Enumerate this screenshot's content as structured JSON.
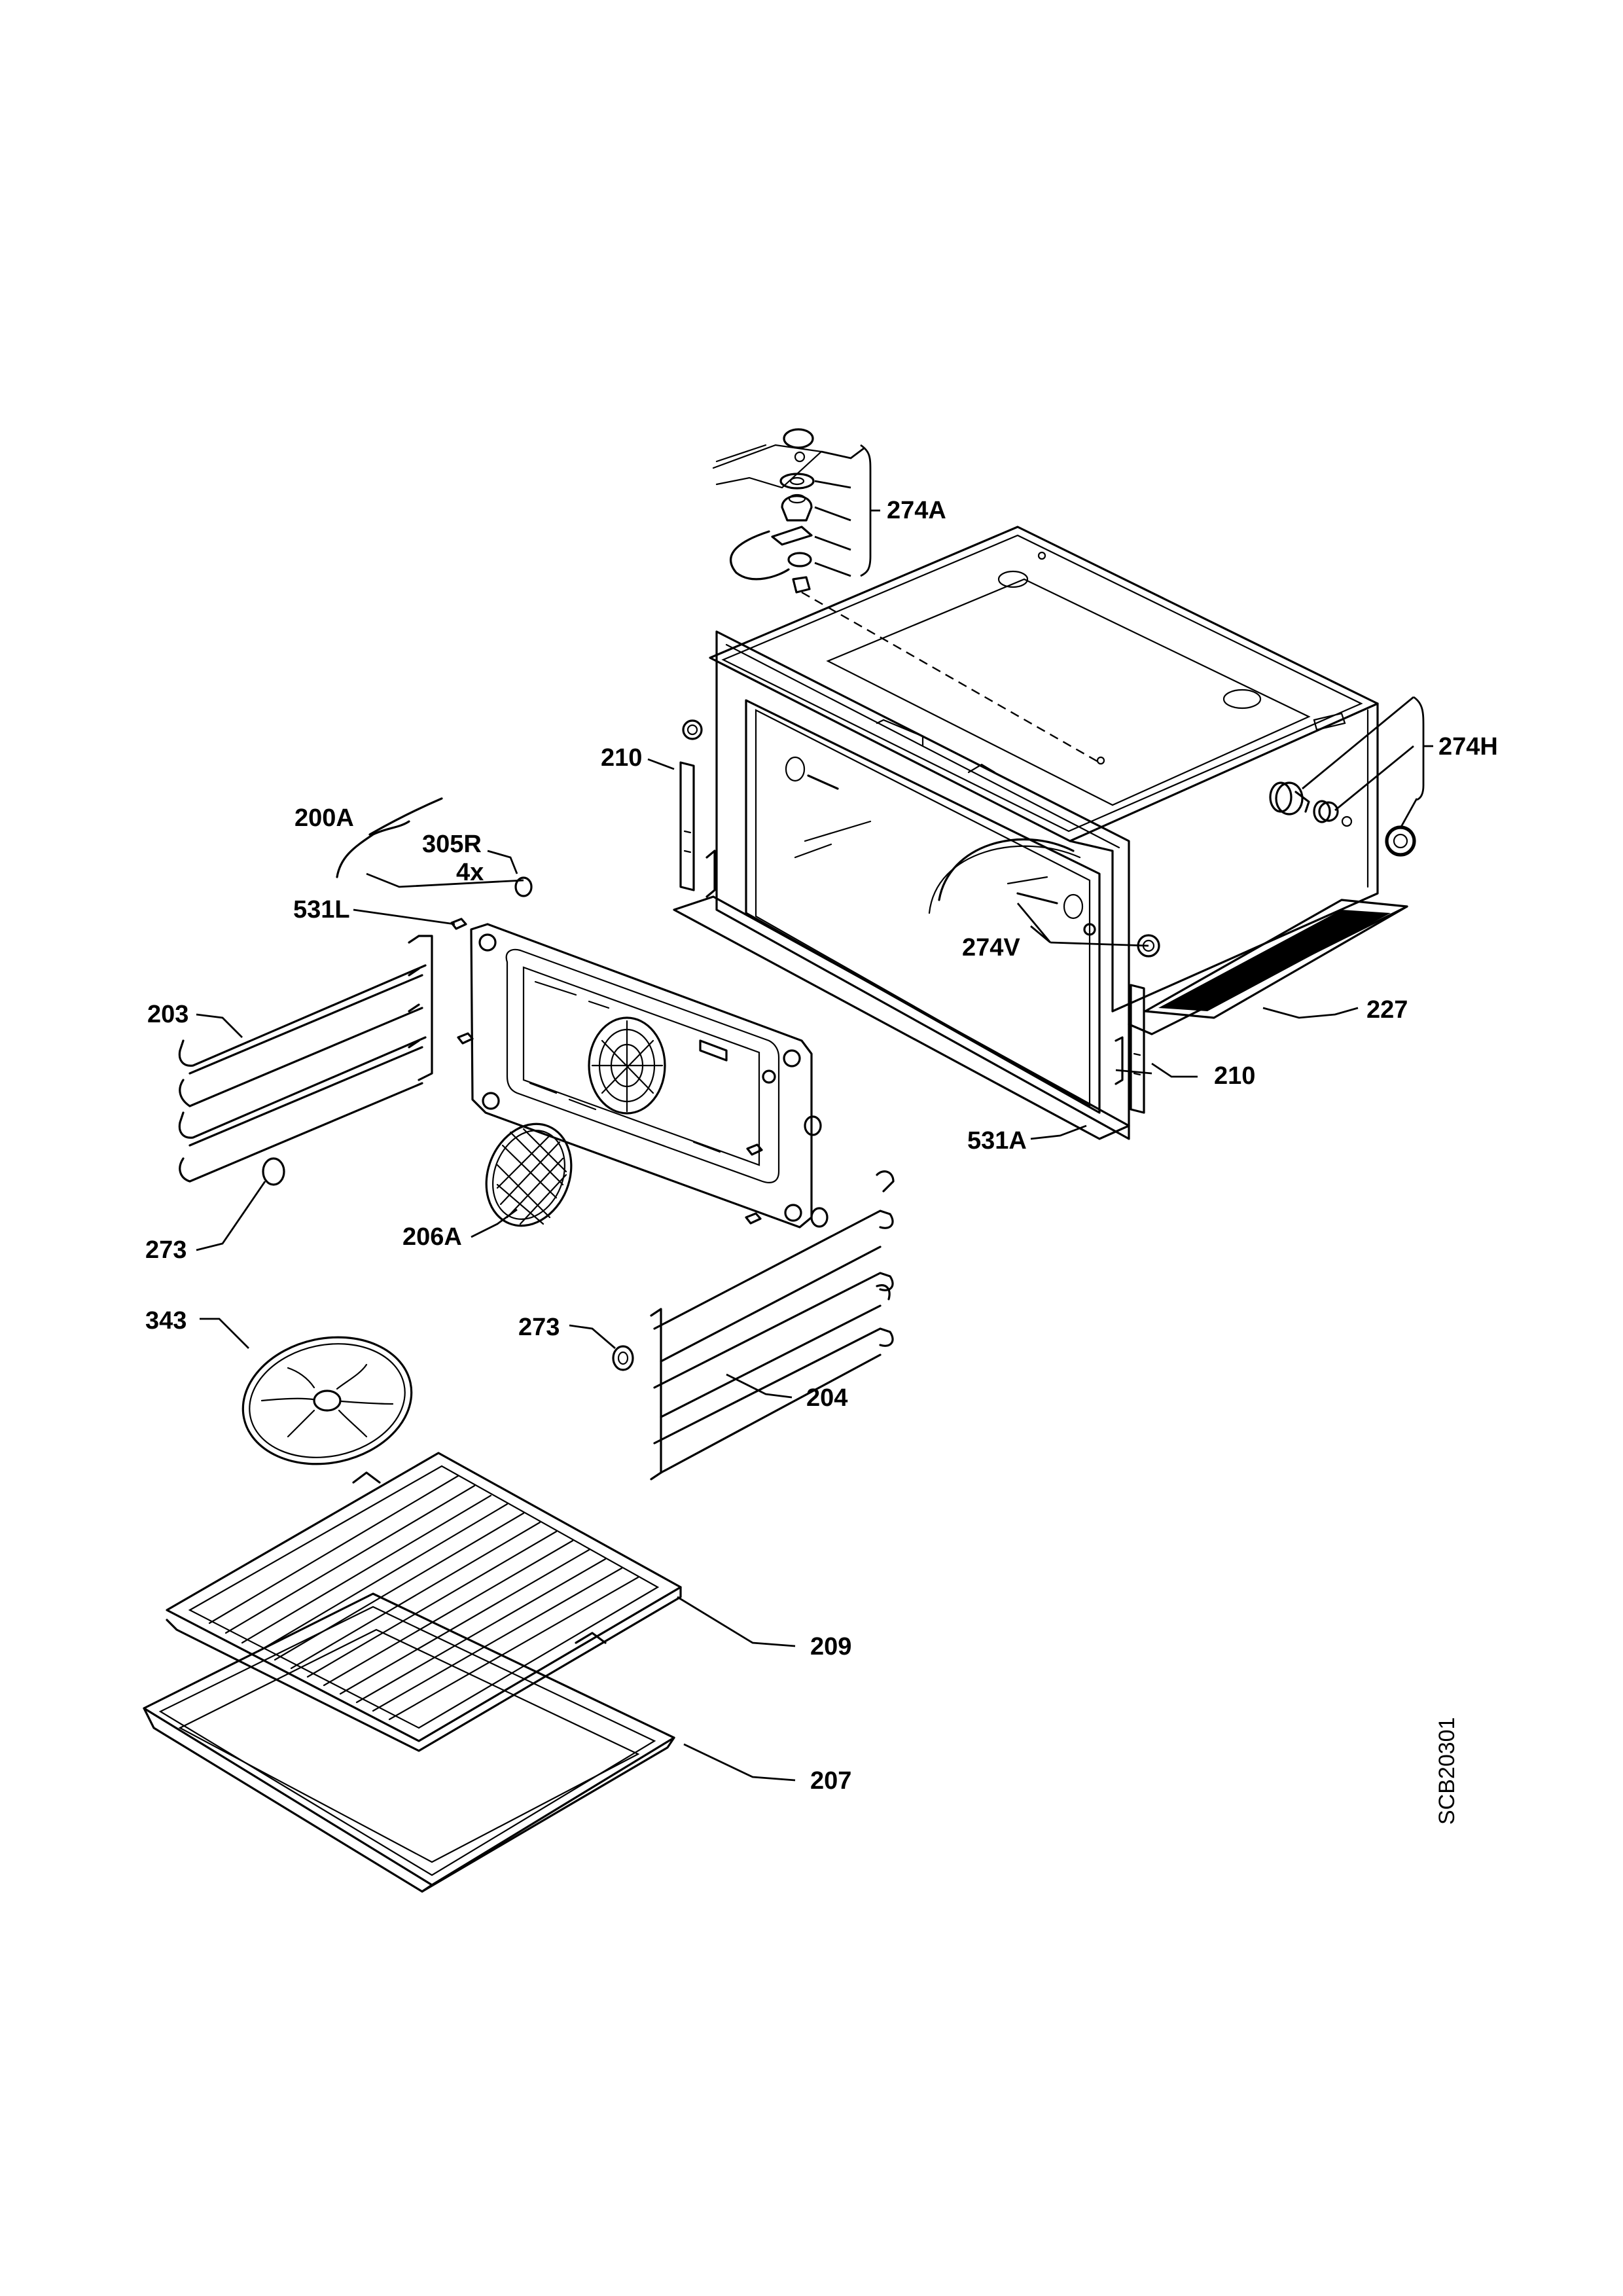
{
  "drawing_code": "SCB20301",
  "callouts": {
    "c274A": "274A",
    "c274H": "274H",
    "c210_top": "210",
    "c200A": "200A",
    "c305R": "305R",
    "c4x": "4x",
    "c531L": "531L",
    "c274V": "274V",
    "c227": "227",
    "c203": "203",
    "c210_bottom": "210",
    "c531A": "531A",
    "c273_left": "273",
    "c206A": "206A",
    "c343": "343",
    "c273_mid": "273",
    "c204": "204",
    "c209": "209",
    "c207": "207"
  }
}
